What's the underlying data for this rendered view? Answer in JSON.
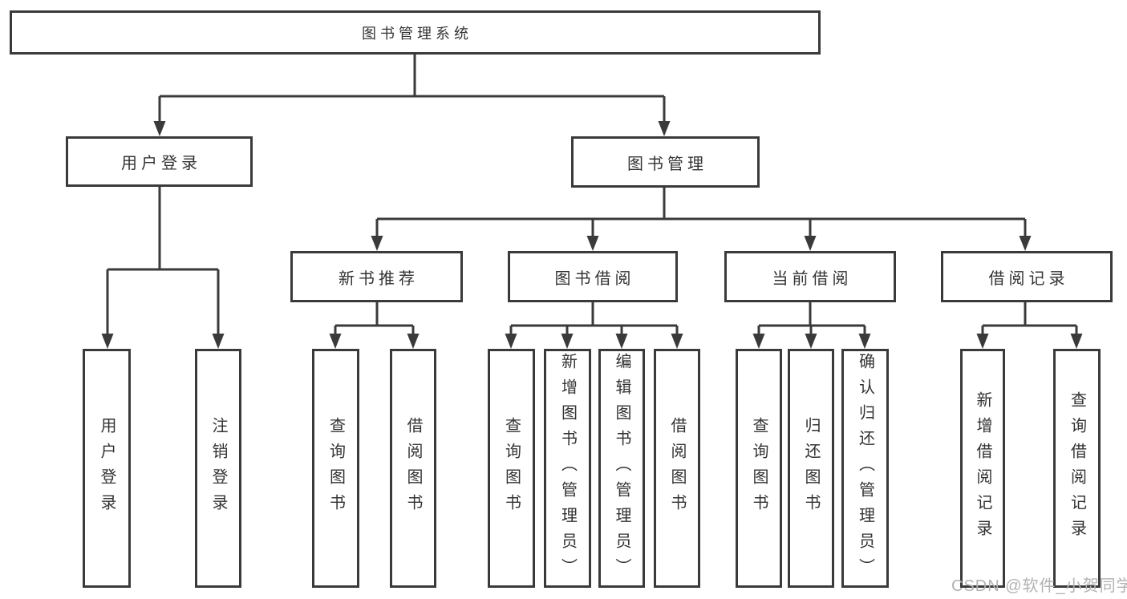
{
  "colors": {
    "line": "#3a3a3a",
    "text": "#333333",
    "background": "#ffffff",
    "watermark": "#b2b2b2"
  },
  "watermark": {
    "text": "CSDN @软件_小贺同学"
  },
  "tree": {
    "root": {
      "label": "图书管理系统"
    },
    "level2": [
      {
        "label": "用户登录",
        "children": [
          {
            "label": "用户登录"
          },
          {
            "label": "注销登录"
          }
        ]
      },
      {
        "label": "图书管理",
        "children": [
          {
            "label": "新书推荐",
            "children": [
              {
                "label": "查询图书"
              },
              {
                "label": "借阅图书"
              }
            ]
          },
          {
            "label": "图书借阅",
            "children": [
              {
                "label": "查询图书"
              },
              {
                "label": "新增图书（管理员）"
              },
              {
                "label": "编辑图书（管理员）"
              },
              {
                "label": "借阅图书"
              }
            ]
          },
          {
            "label": "当前借阅",
            "children": [
              {
                "label": "查询图书"
              },
              {
                "label": "归还图书"
              },
              {
                "label": "确认归还（管理员）"
              }
            ]
          },
          {
            "label": "借阅记录",
            "children": [
              {
                "label": "新增借阅记录"
              },
              {
                "label": "查询借阅记录"
              }
            ]
          }
        ]
      }
    ]
  }
}
